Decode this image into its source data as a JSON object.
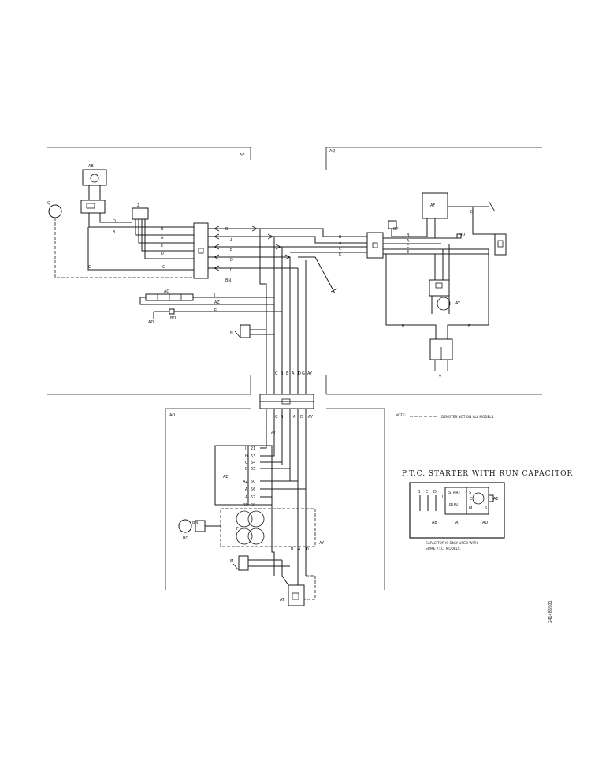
{
  "sections": {
    "top_left": "AP",
    "top_right": "AQ",
    "bottom_left": "AO"
  },
  "components": {
    "q": "Q",
    "ab": "AB",
    "z": "Z",
    "af": "AF",
    "ar": "AR",
    "bp": "BP",
    "bo": "BO",
    "ac": "AC",
    "ad": "AD",
    "bo2": "BO",
    "n": "N",
    "y": "Y",
    "ae": "AE",
    "f": "F",
    "bq": "BQ",
    "m": "M",
    "at": "AT",
    "ay": "AY",
    "bn": "BN"
  },
  "wire_labels": {
    "top_left": [
      "D",
      "B",
      "B",
      "A",
      "E",
      "D",
      "C",
      "B",
      "A",
      "E",
      "D",
      "C",
      "BN"
    ],
    "top_right": [
      "B",
      "A",
      "C",
      "E",
      "B",
      "A",
      "C",
      "E",
      "D"
    ],
    "mid_left": [
      "J",
      "AZ",
      "E"
    ],
    "vertical": [
      "I",
      "C",
      "B",
      "E",
      "A",
      "D",
      "G",
      "AY"
    ],
    "lower": [
      "I",
      "C",
      "B",
      "A",
      "D",
      "AY",
      "AY",
      "B",
      "A",
      "D"
    ],
    "bottom_right": [
      "B",
      "B",
      "D"
    ]
  },
  "ae_terminals": [
    "21",
    "53",
    "54",
    "55",
    "50",
    "56",
    "57",
    "58"
  ],
  "ae_letters": [
    "I",
    "H",
    "C",
    "B",
    "AZ",
    "A",
    "A",
    "BR"
  ],
  "note": {
    "label": "NOTE:",
    "text": "DENOTES NOT ON ALL MODELS."
  },
  "ptc": {
    "title": "P.T.C. STARTER WITH RUN CAPACITOR",
    "letters": [
      "B",
      "C",
      "D"
    ],
    "start": "START",
    "run": "RUN",
    "l": "L",
    "m": "M",
    "s": "S",
    "c": "C",
    "labels": [
      "AB",
      "AT",
      "AD"
    ],
    "side": "AE",
    "caption_1": "CAPACITOR IS ONLY USED WITH",
    "caption_2": "SOME P.T.C. MODELS."
  },
  "part_number": "241486901"
}
